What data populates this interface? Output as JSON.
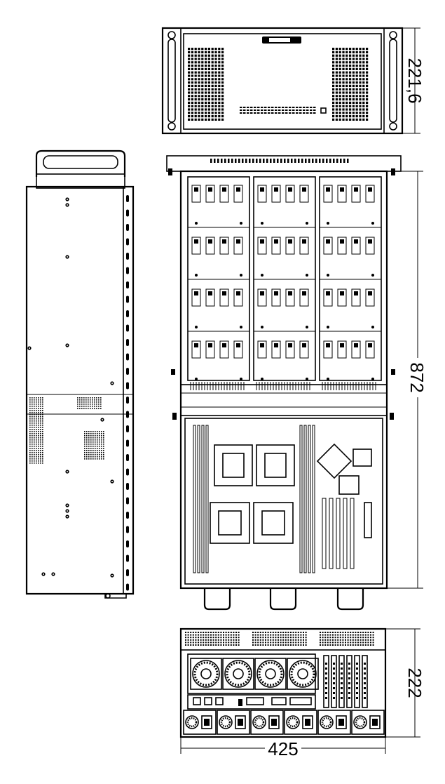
{
  "dimensions": {
    "front_height": "221,6",
    "top_depth": "872",
    "rear_height": "222",
    "rear_width": "425"
  },
  "colors": {
    "line": "#000000",
    "background": "#ffffff"
  }
}
